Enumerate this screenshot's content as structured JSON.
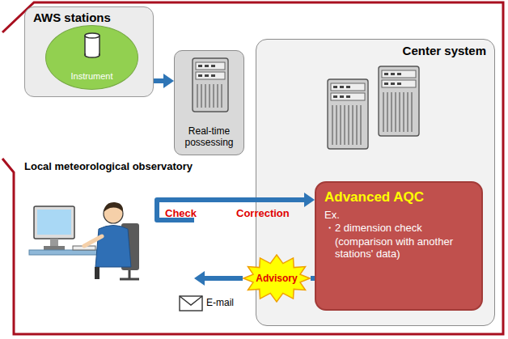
{
  "diagram": {
    "nodes": [
      {
        "text": [
          "AWS stations"
        ]
      },
      {
        "text": [
          "Instrument"
        ],
        "in": 0
      },
      {
        "text": [
          "Real-time possessing"
        ]
      },
      {
        "text": [
          "Center system"
        ]
      },
      {
        "text": [
          "Advanced AQC",
          "Ex.",
          "・2 dimension check (comparison with another stations' data)"
        ],
        "in": 3
      },
      {
        "text": [
          "Local meteorological observatory"
        ]
      },
      {
        "text": [
          "Advisory"
        ]
      }
    ],
    "edges": [
      {
        "from": 0,
        "to": 2,
        "arrow": "to"
      },
      {
        "from": 5,
        "to": 4,
        "label": "Check",
        "arrow": "to"
      },
      {
        "from": 4,
        "to": 6,
        "arrow": "none"
      },
      {
        "from": 6,
        "to": 5,
        "arrow": "to"
      }
    ],
    "labels": [
      "Correction",
      "E-mail"
    ]
  }
}
